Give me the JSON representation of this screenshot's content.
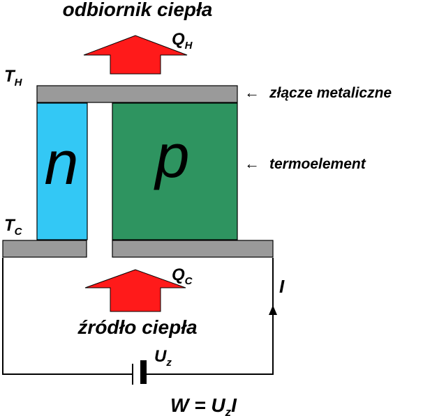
{
  "labels": {
    "heat_sink": "odbiornik ciepła",
    "heat_source": "źródło ciepła",
    "metal_junction": "złącze metaliczne",
    "thermoelement": "termoelement",
    "n_type": "n",
    "p_type": "p",
    "th_main": "T",
    "th_sub": "H",
    "tc_main": "T",
    "tc_sub": "C",
    "qh_main": "Q",
    "qh_sub": "H",
    "qc_main": "Q",
    "qc_sub": "C",
    "current": "I",
    "uz_main": "U",
    "uz_sub": "z",
    "work_w": "W = U",
    "work_sub": "z",
    "work_i": "I",
    "arrow_mark": "←"
  },
  "colors": {
    "n_block": "#33c8f5",
    "p_block": "#2e9460",
    "plate": "#9a9a9a",
    "heat_arrow": "#ff1a1a",
    "wire": "#000000"
  }
}
